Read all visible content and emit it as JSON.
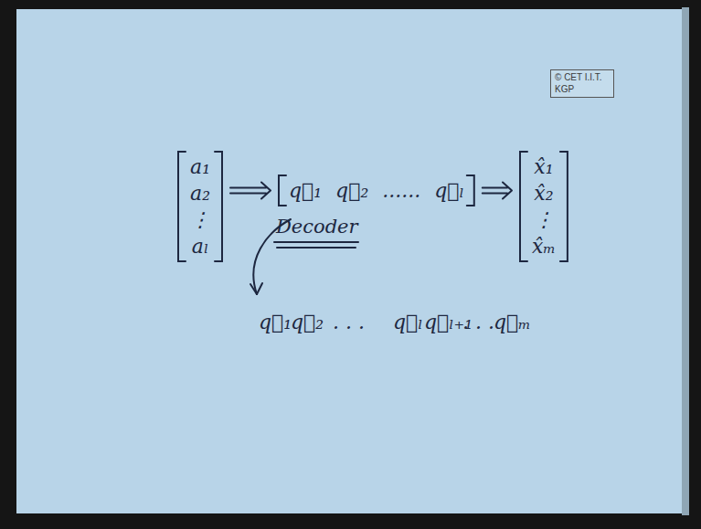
{
  "diagram": {
    "nodes": [
      {
        "text": [
          "a₁",
          "a₂",
          "⋮",
          "aₗ"
        ]
      },
      {
        "text": [
          "q⃗₁ q⃗₂ ...... q⃗ₗ"
        ]
      },
      {
        "text": [
          "x̂₁",
          "x̂₂",
          "⋮",
          "x̂ₘ"
        ]
      },
      {
        "text": [
          "© CET I.I.T. KGP"
        ]
      }
    ],
    "edges": [
      {
        "from": 0,
        "to": 1,
        "arrow": "to"
      },
      {
        "from": 1,
        "to": 2,
        "arrow": "to"
      }
    ],
    "labels": [
      "Decoder",
      "q⃗₁",
      "q⃗₂",
      ". . .",
      "q⃗ₗ",
      "q⃗ₗ₊₁",
      ". . .",
      "q⃗ₘ"
    ]
  }
}
